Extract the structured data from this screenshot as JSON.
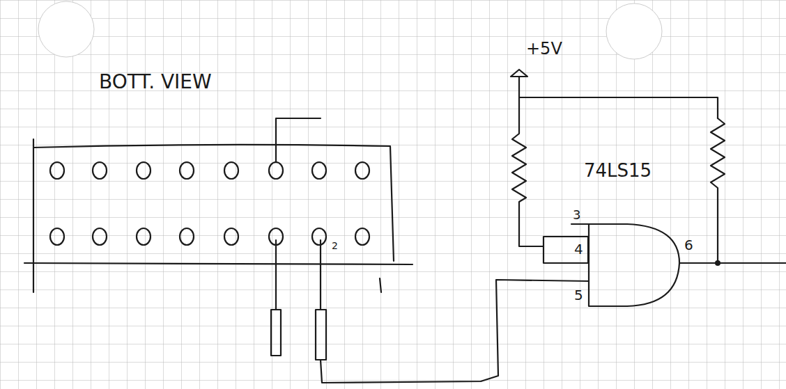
{
  "diagram": {
    "labels": [
      "BOTT. VIEW",
      "+5V",
      "74LS15",
      "3",
      "4",
      "2",
      "5",
      "6"
    ]
  }
}
